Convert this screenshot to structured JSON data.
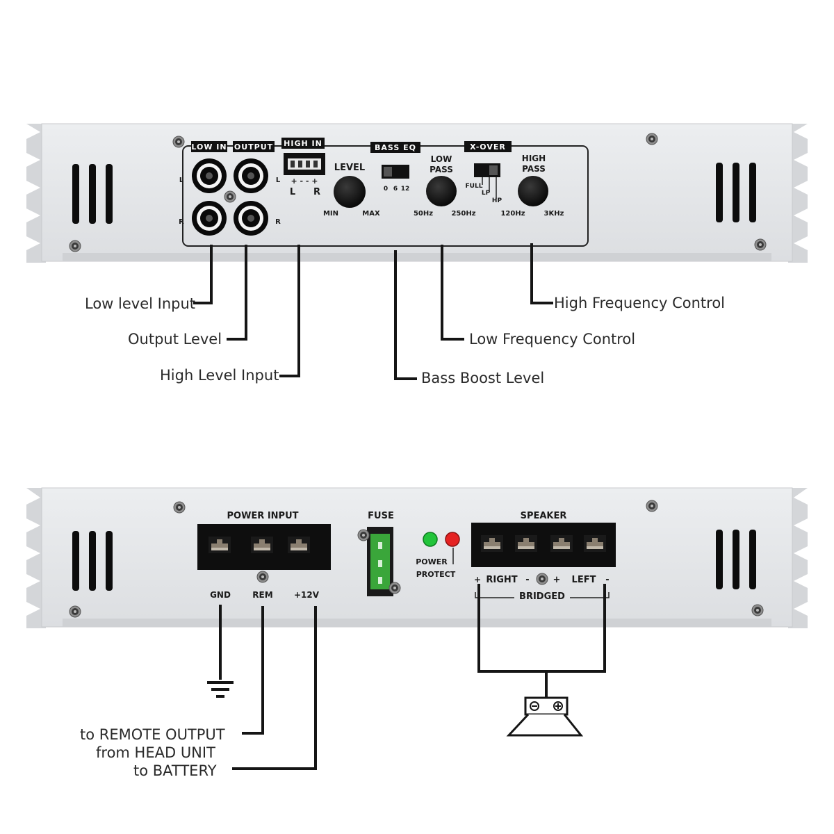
{
  "top_panel": {
    "low_in": "LOW IN",
    "output": "OUTPUT",
    "high_in": "HIGH IN",
    "bass_eq": "BASS EQ",
    "x_over": "X-OVER",
    "side_l": "L",
    "side_r": "R",
    "high_in_pol": "+ - - +",
    "high_in_l": "L",
    "high_in_r": "R",
    "level": "LEVEL",
    "level_min": "MIN",
    "level_max": "MAX",
    "bass_0": "0",
    "bass_6": "6",
    "bass_12": "12",
    "low_pass_1": "LOW",
    "low_pass_2": "PASS",
    "lp_50": "50Hz",
    "lp_250": "250Hz",
    "xover_full": "FULL",
    "xover_lp": "LP",
    "xover_hp": "HP",
    "high_pass_1": "HIGH",
    "high_pass_2": "PASS",
    "hp_120": "120Hz",
    "hp_3k": "3KHz"
  },
  "top_callouts": {
    "low_level_input": "Low level Input",
    "output_level": "Output Level",
    "high_level_input": "High Level Input",
    "bass_boost_level": "Bass Boost Level",
    "low_frequency_control": "Low Frequency Control",
    "high_frequency_control": "High Frequency Control"
  },
  "bottom_panel": {
    "power_input": "POWER INPUT",
    "fuse": "FUSE",
    "speaker": "SPEAKER",
    "power_led": "POWER",
    "protect_led": "PROTECT",
    "gnd": "GND",
    "rem": "REM",
    "plus12v": "+12V",
    "right": "RIGHT",
    "left": "LEFT",
    "bridged": "BRIDGED",
    "minus": "-",
    "plus": "+"
  },
  "bottom_callouts": {
    "remote_output": "to REMOTE OUTPUT",
    "head_unit": "from HEAD UNIT",
    "battery": "to BATTERY"
  },
  "colors": {
    "panel": "#e7e8ea",
    "power_led": "#22c43a",
    "protect_led": "#e52222",
    "fuse": "#3aa63a"
  }
}
